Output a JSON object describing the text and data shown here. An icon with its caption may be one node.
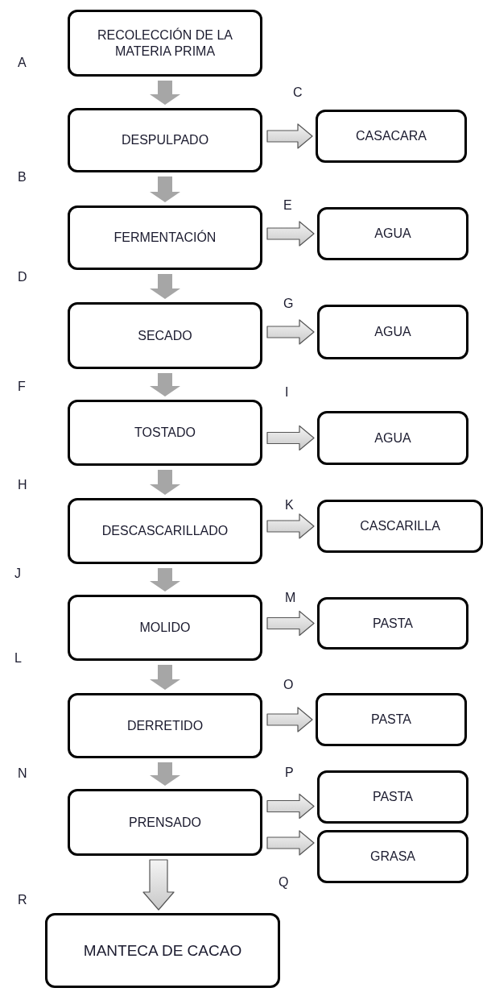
{
  "diagram": {
    "nodes": [
      {
        "text": [
          "RECOLECCIÓN DE LA MATERIA PRIMA"
        ]
      },
      {
        "text": [
          "DESPULPADO"
        ]
      },
      {
        "text": [
          "CASACARA"
        ]
      },
      {
        "text": [
          "FERMENTACIÓN"
        ]
      },
      {
        "text": [
          "AGUA"
        ]
      },
      {
        "text": [
          "SECADO"
        ]
      },
      {
        "text": [
          "AGUA"
        ]
      },
      {
        "text": [
          "TOSTADO"
        ]
      },
      {
        "text": [
          "AGUA"
        ]
      },
      {
        "text": [
          "DESCASCARILLADO"
        ]
      },
      {
        "text": [
          "CASCARILLA"
        ]
      },
      {
        "text": [
          "MOLIDO"
        ]
      },
      {
        "text": [
          "PASTA"
        ]
      },
      {
        "text": [
          "DERRETIDO"
        ]
      },
      {
        "text": [
          "PASTA"
        ]
      },
      {
        "text": [
          "PRENSADO"
        ]
      },
      {
        "text": [
          "PASTA"
        ]
      },
      {
        "text": [
          "GRASA"
        ]
      },
      {
        "text": [
          "MANTECA DE CACAO"
        ]
      }
    ],
    "edges": [
      {
        "from": 0,
        "to": 1,
        "arrow": "to",
        "color": "#a6a6a6"
      },
      {
        "from": 1,
        "to": 2,
        "arrow": "to"
      },
      {
        "from": 1,
        "to": 3,
        "arrow": "to",
        "color": "#a6a6a6"
      },
      {
        "from": 3,
        "to": 4,
        "arrow": "to"
      },
      {
        "from": 3,
        "to": 5,
        "arrow": "to",
        "color": "#a6a6a6"
      },
      {
        "from": 5,
        "to": 6,
        "arrow": "to"
      },
      {
        "from": 5,
        "to": 7,
        "arrow": "to",
        "color": "#a6a6a6"
      },
      {
        "from": 7,
        "to": 8,
        "arrow": "to"
      },
      {
        "from": 7,
        "to": 9,
        "arrow": "to",
        "color": "#a6a6a6"
      },
      {
        "from": 9,
        "to": 10,
        "arrow": "to"
      },
      {
        "from": 9,
        "to": 11,
        "arrow": "to",
        "color": "#a6a6a6"
      },
      {
        "from": 11,
        "to": 12,
        "arrow": "to"
      },
      {
        "from": 11,
        "to": 13,
        "arrow": "to",
        "color": "#a6a6a6"
      },
      {
        "from": 13,
        "to": 14,
        "arrow": "to"
      },
      {
        "from": 13,
        "to": 15,
        "arrow": "to",
        "color": "#a6a6a6"
      },
      {
        "from": 15,
        "to": 16,
        "arrow": "to"
      },
      {
        "from": 15,
        "to": 17,
        "arrow": "to"
      },
      {
        "from": 15,
        "to": 18,
        "arrow": "to"
      }
    ],
    "labels": [
      "A",
      "C",
      "B",
      "E",
      "D",
      "G",
      "F",
      "I",
      "H",
      "K",
      "J",
      "M",
      "L",
      "O",
      "N",
      "P",
      "Q",
      "R"
    ]
  }
}
